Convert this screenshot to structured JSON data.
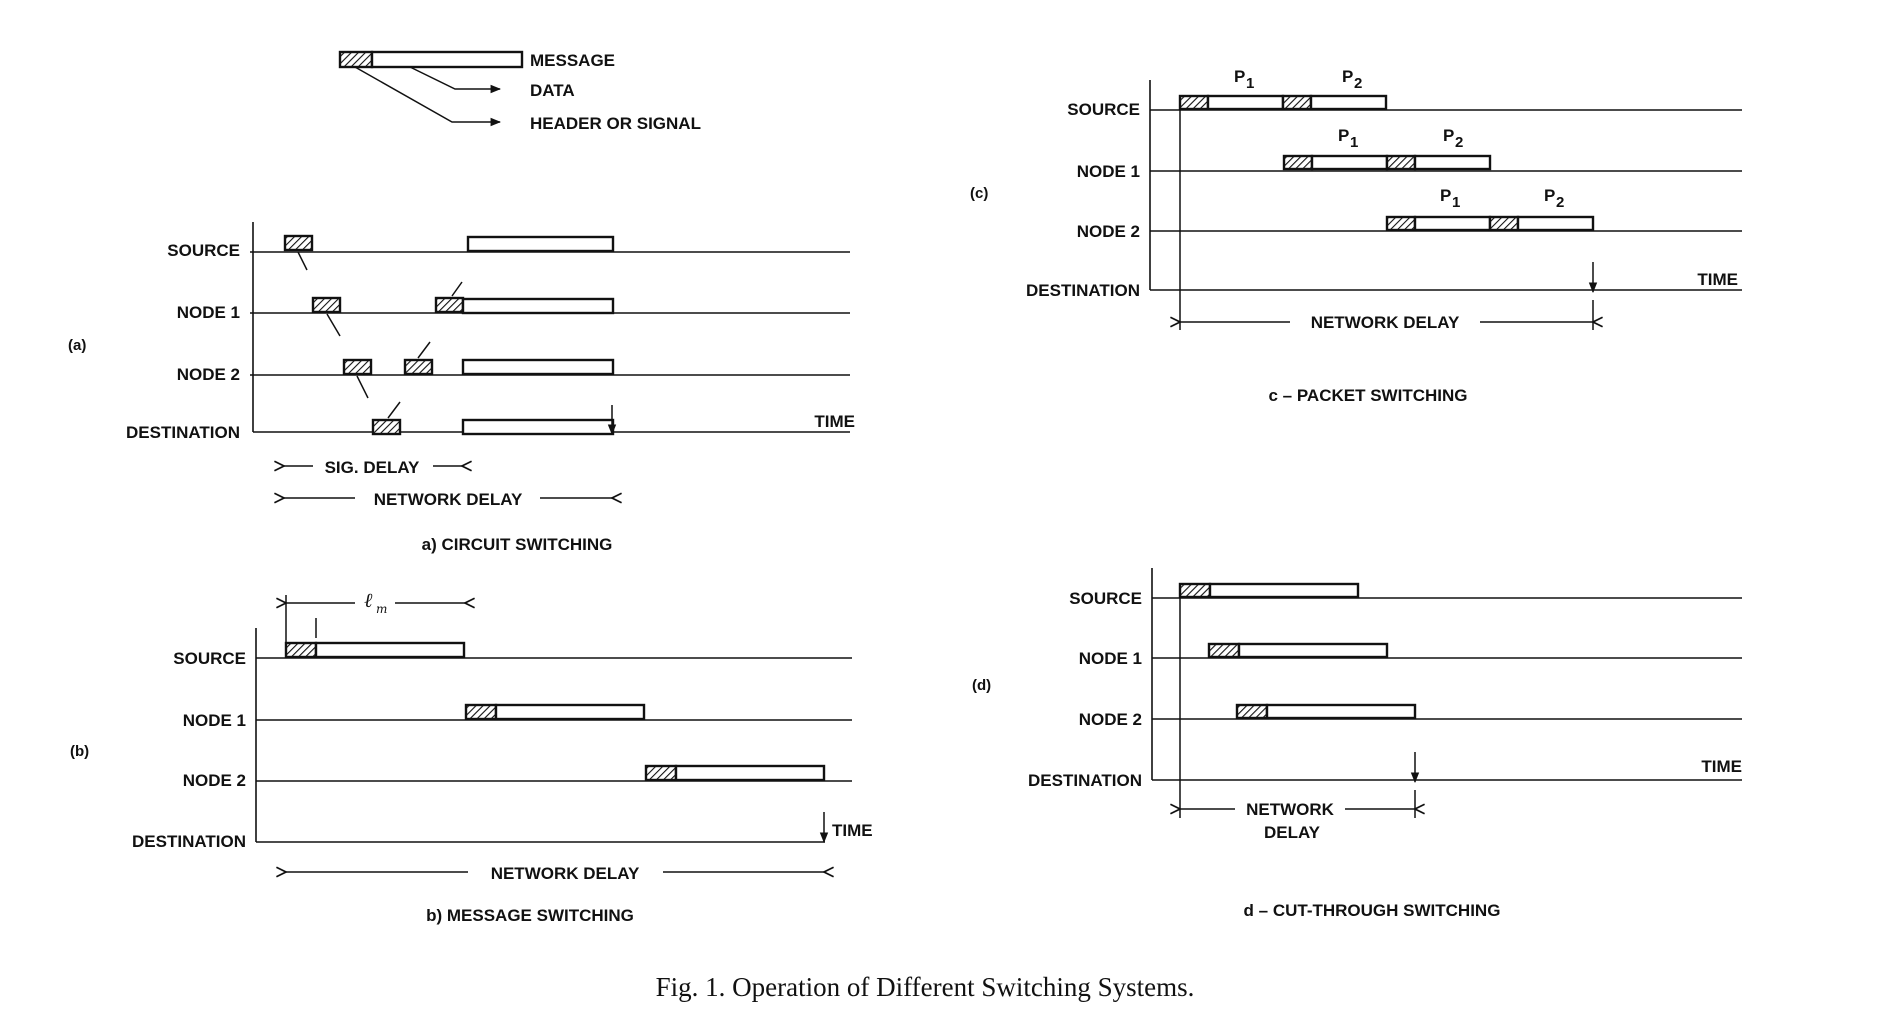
{
  "legend": {
    "message": "MESSAGE",
    "data": "DATA",
    "header": "HEADER OR SIGNAL"
  },
  "rows": {
    "source": "SOURCE",
    "node1": "NODE 1",
    "node2": "NODE 2",
    "destination": "DESTINATION"
  },
  "axis_label": "TIME",
  "panels": {
    "a": {
      "tag": "(a)",
      "title": "a)  CIRCUIT SWITCHING",
      "sig_delay": "SIG. DELAY",
      "network_delay": "NETWORK DELAY"
    },
    "b": {
      "tag": "(b)",
      "title": "b)  MESSAGE SWITCHING",
      "length_label": "ℓ",
      "length_sub": "m",
      "network_delay": "NETWORK DELAY"
    },
    "c": {
      "tag": "(c)",
      "title": "c – PACKET SWITCHING",
      "packet1": "P",
      "packet2": "P",
      "packet1_sub": "1",
      "packet2_sub": "2",
      "network_delay": "NETWORK DELAY"
    },
    "d": {
      "tag": "(d)",
      "title": "d – CUT-THROUGH SWITCHING",
      "network_delay_line1": "NETWORK",
      "network_delay_line2": "DELAY"
    }
  },
  "caption": "Fig. 1. Operation of Different Switching Systems."
}
